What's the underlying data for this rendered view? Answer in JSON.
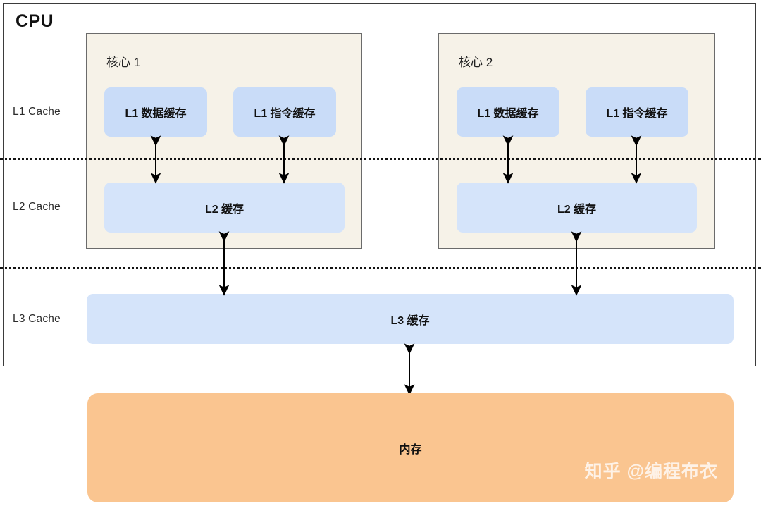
{
  "diagram": {
    "title": "CPU",
    "levels": [
      {
        "key": "l1",
        "label": "L1 Cache"
      },
      {
        "key": "l2",
        "label": "L2 Cache"
      },
      {
        "key": "l3",
        "label": "L3 Cache"
      }
    ],
    "cores": [
      {
        "title": "核心 1",
        "l1_data": "L1 数据缓存",
        "l1_instruction": "L1 指令缓存",
        "l2": "L2 缓存"
      },
      {
        "title": "核心 2",
        "l1_data": "L1 数据缓存",
        "l1_instruction": "L1 指令缓存",
        "l2": "L2 缓存"
      }
    ],
    "l3": {
      "label": "L3 缓存"
    },
    "memory": {
      "label": "内存"
    },
    "watermark": "知乎 @编程布衣",
    "colors": {
      "core_fill": "#f6f2e8",
      "core_border": "#6b6b6b",
      "l1_fill": "#c9dcf8",
      "l2_fill": "#d5e4fa",
      "l3_fill": "#d5e4fa",
      "memory_fill": "#fac590",
      "frame_border": "#3b3b3b",
      "arrow": "#000000",
      "separator": "#131313",
      "text": "#111111"
    }
  }
}
